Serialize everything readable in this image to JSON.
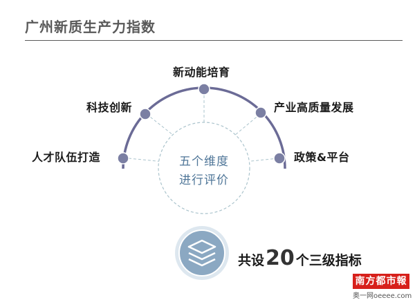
{
  "title": "广州新质生产力指数",
  "center": {
    "line1": "五个维度",
    "line2": "进行评价"
  },
  "dimensions": [
    {
      "label": "人才队伍打造"
    },
    {
      "label": "科技创新"
    },
    {
      "label": "新动能培育"
    },
    {
      "label": "产业高质量发展"
    },
    {
      "label": "政策&平台"
    }
  ],
  "summary": {
    "prefix": "共设",
    "number": "20",
    "suffix": "个三级指标"
  },
  "watermark": {
    "brand": "南方都市報",
    "sub": "奥一网oeeee.com"
  },
  "colors": {
    "arc": "#6b6b96",
    "node": "#7b7fa3",
    "center_text": "#4f7698",
    "icon_bg": "#8ba8c2",
    "logo": "#d7201b"
  }
}
